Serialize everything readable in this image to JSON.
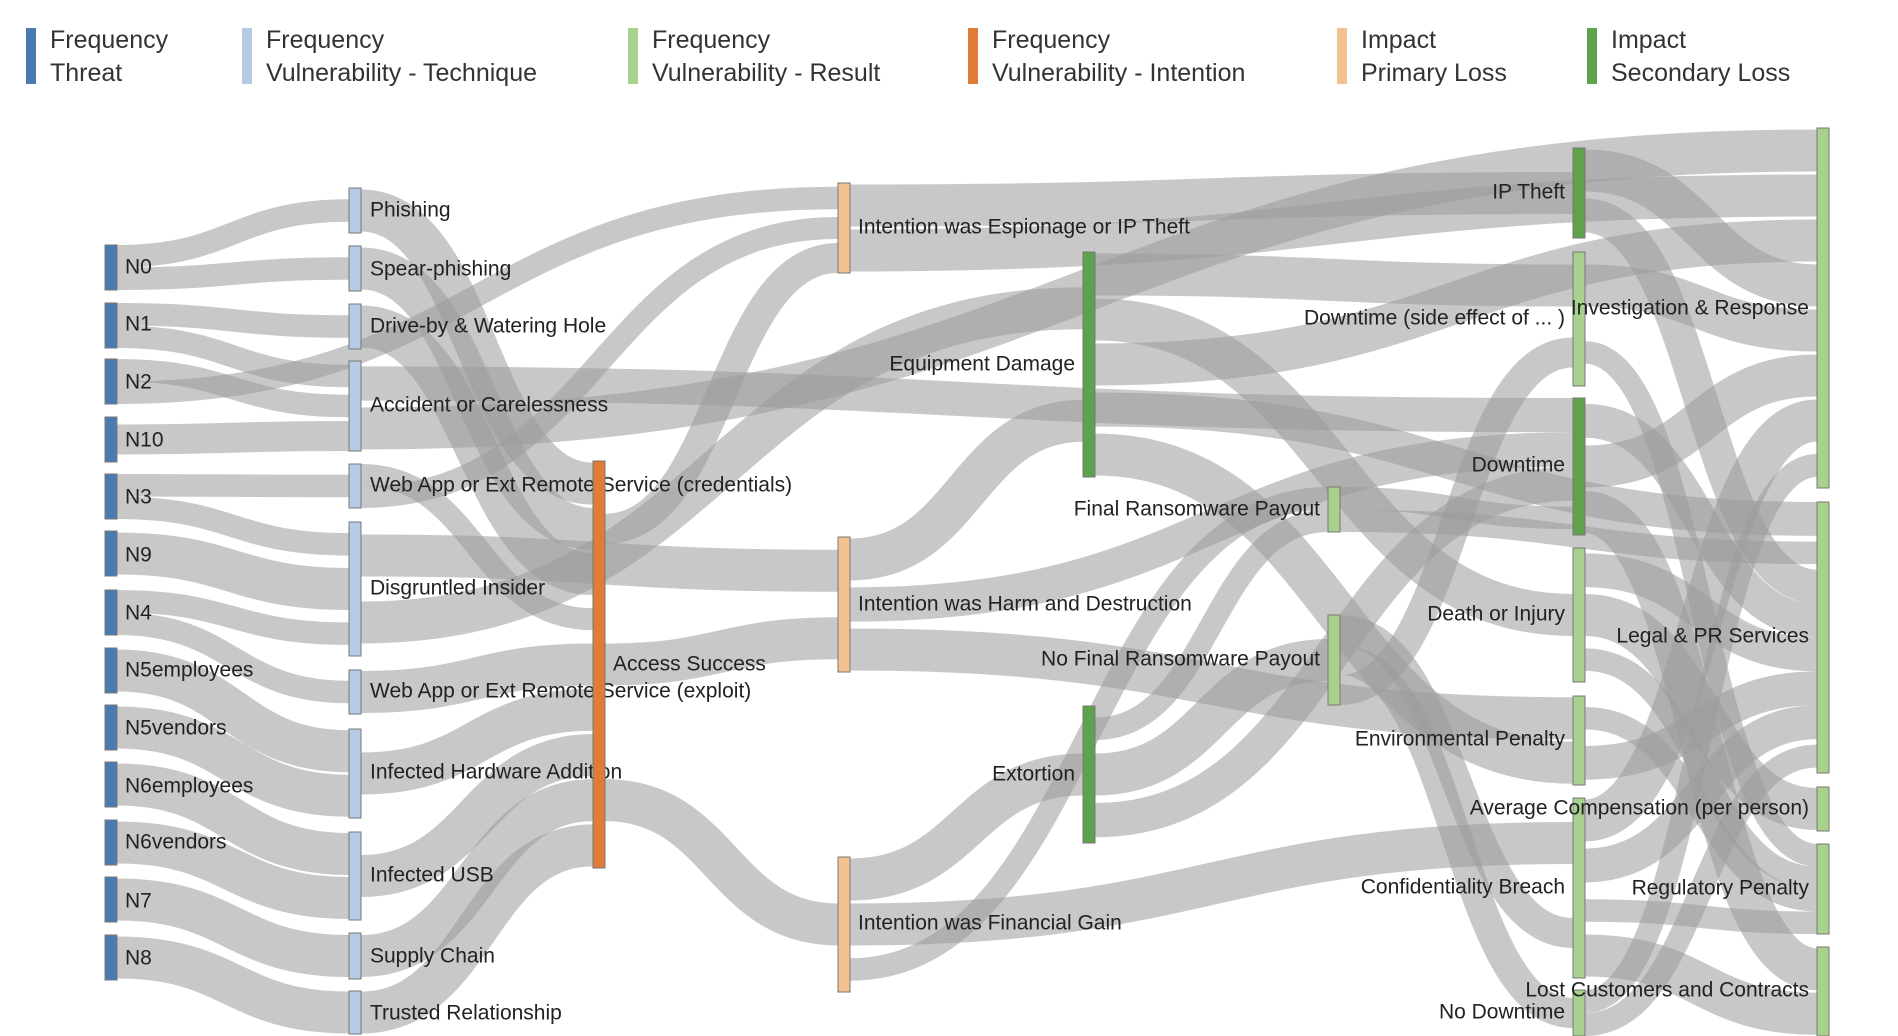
{
  "legend": [
    {
      "line1": "Frequency",
      "line2": "Threat",
      "color": "#4a7bb0"
    },
    {
      "line1": "Frequency",
      "line2": "Vulnerability - Technique",
      "color": "#b6cbe6"
    },
    {
      "line1": "Frequency",
      "line2": "Vulnerability - Result",
      "color": "#a8d18e"
    },
    {
      "line1": "Frequency",
      "line2": "Vulnerability - Intention",
      "color": "#e07b39"
    },
    {
      "line1": "Impact",
      "line2": "Primary Loss",
      "color": "#f4c28f"
    },
    {
      "line1": "Impact",
      "line2": "Secondary Loss",
      "color": "#5ea24c"
    }
  ],
  "nodes": {
    "N0": {
      "label": "N0",
      "color": "#4a7bb0"
    },
    "N1": {
      "label": "N1",
      "color": "#4a7bb0"
    },
    "N2": {
      "label": "N2",
      "color": "#4a7bb0"
    },
    "N10": {
      "label": "N10",
      "color": "#4a7bb0"
    },
    "N3": {
      "label": "N3",
      "color": "#4a7bb0"
    },
    "N9": {
      "label": "N9",
      "color": "#4a7bb0"
    },
    "N4": {
      "label": "N4",
      "color": "#4a7bb0"
    },
    "N5employees": {
      "label": "N5employees",
      "color": "#4a7bb0"
    },
    "N5vendors": {
      "label": "N5vendors",
      "color": "#4a7bb0"
    },
    "N6employees": {
      "label": "N6employees",
      "color": "#4a7bb0"
    },
    "N6vendors": {
      "label": "N6vendors",
      "color": "#4a7bb0"
    },
    "N7": {
      "label": "N7",
      "color": "#4a7bb0"
    },
    "N8": {
      "label": "N8",
      "color": "#4a7bb0"
    },
    "phishing": {
      "label": "Phishing",
      "color": "#b6cbe6"
    },
    "spear": {
      "label": "Spear-phishing",
      "color": "#b6cbe6"
    },
    "driveby": {
      "label": "Drive-by & Watering Hole",
      "color": "#b6cbe6"
    },
    "accident": {
      "label": "Accident or Carelessness",
      "color": "#b6cbe6"
    },
    "webcred": {
      "label": "Web App or Ext Remote Service (credentials)",
      "color": "#b6cbe6"
    },
    "insider": {
      "label": "Disgruntled Insider",
      "color": "#b6cbe6"
    },
    "webexp": {
      "label": "Web App or Ext Remote Service (exploit)",
      "color": "#b6cbe6"
    },
    "hardware": {
      "label": "Infected Hardware Addition",
      "color": "#b6cbe6"
    },
    "usb": {
      "label": "Infected USB",
      "color": "#b6cbe6"
    },
    "supply": {
      "label": "Supply Chain",
      "color": "#b6cbe6"
    },
    "trusted": {
      "label": "Trusted Relationship",
      "color": "#b6cbe6"
    },
    "access": {
      "label": "Access Success",
      "color": "#e07b39"
    },
    "espionage": {
      "label": "Intention was Espionage or IP Theft",
      "color": "#f4c28f"
    },
    "harm": {
      "label": "Intention was Harm and Destruction",
      "color": "#f4c28f"
    },
    "financial": {
      "label": "Intention was Financial Gain",
      "color": "#f4c28f"
    },
    "equipment": {
      "label": "Equipment Damage",
      "color": "#5ea24c"
    },
    "extortion": {
      "label": "Extortion",
      "color": "#5ea24c"
    },
    "finalpay": {
      "label": "Final Ransomware Payout",
      "color": "#a8d18e"
    },
    "nofinal": {
      "label": "No Final Ransomware Payout",
      "color": "#a8d18e"
    },
    "iptheft": {
      "label": "IP Theft",
      "color": "#5ea24c"
    },
    "downside": {
      "label": "Downtime (side effect of ... )",
      "color": "#a8d18e"
    },
    "downtime": {
      "label": "Downtime",
      "color": "#5ea24c"
    },
    "death": {
      "label": "Death or Injury",
      "color": "#a8d18e"
    },
    "envpen": {
      "label": "Environmental Penalty",
      "color": "#a8d18e"
    },
    "conf": {
      "label": "Confidentiality Breach",
      "color": "#a8d18e"
    },
    "nodown": {
      "label": "No Downtime",
      "color": "#a8d18e"
    },
    "invest": {
      "label": "Investigation & Response",
      "color": "#a8d18e"
    },
    "legal": {
      "label": "Legal & PR Services",
      "color": "#a8d18e"
    },
    "avgcomp": {
      "label": "Average Compensation (per person)",
      "color": "#a8d18e"
    },
    "regpen": {
      "label": "Regulatory Penalty",
      "color": "#a8d18e"
    },
    "lost": {
      "label": "Lost Customers and Contracts",
      "color": "#a8d18e"
    }
  },
  "links": [
    [
      "N0",
      "phishing"
    ],
    [
      "N0",
      "spear"
    ],
    [
      "N1",
      "driveby"
    ],
    [
      "N1",
      "accident"
    ],
    [
      "N2",
      "accident"
    ],
    [
      "N2",
      "espionage"
    ],
    [
      "N10",
      "accident"
    ],
    [
      "N3",
      "webcred"
    ],
    [
      "N3",
      "insider"
    ],
    [
      "N9",
      "insider"
    ],
    [
      "N4",
      "insider"
    ],
    [
      "N4",
      "webexp"
    ],
    [
      "N5employees",
      "hardware"
    ],
    [
      "N5vendors",
      "hardware"
    ],
    [
      "N6employees",
      "usb"
    ],
    [
      "N6vendors",
      "usb"
    ],
    [
      "N7",
      "supply"
    ],
    [
      "N8",
      "trusted"
    ],
    [
      "phishing",
      "access"
    ],
    [
      "spear",
      "access"
    ],
    [
      "driveby",
      "access"
    ],
    [
      "accident",
      "downtime"
    ],
    [
      "accident",
      "invest"
    ],
    [
      "webcred",
      "access"
    ],
    [
      "webcred",
      "espionage"
    ],
    [
      "insider",
      "harm"
    ],
    [
      "insider",
      "equipment"
    ],
    [
      "webexp",
      "access"
    ],
    [
      "hardware",
      "access"
    ],
    [
      "usb",
      "access"
    ],
    [
      "supply",
      "access"
    ],
    [
      "trusted",
      "access"
    ],
    [
      "access",
      "espionage"
    ],
    [
      "access",
      "harm"
    ],
    [
      "access",
      "financial"
    ],
    [
      "espionage",
      "iptheft"
    ],
    [
      "espionage",
      "invest"
    ],
    [
      "harm",
      "equipment"
    ],
    [
      "harm",
      "downtime"
    ],
    [
      "harm",
      "envpen"
    ],
    [
      "financial",
      "extortion"
    ],
    [
      "financial",
      "conf"
    ],
    [
      "financial",
      "finalpay"
    ],
    [
      "equipment",
      "downside"
    ],
    [
      "equipment",
      "death"
    ],
    [
      "equipment",
      "invest"
    ],
    [
      "equipment",
      "legal"
    ],
    [
      "equipment",
      "envpen"
    ],
    [
      "extortion",
      "finalpay"
    ],
    [
      "extortion",
      "nofinal"
    ],
    [
      "extortion",
      "downtime"
    ],
    [
      "finalpay",
      "downtime"
    ],
    [
      "finalpay",
      "legal"
    ],
    [
      "nofinal",
      "conf"
    ],
    [
      "nofinal",
      "nodown"
    ],
    [
      "nofinal",
      "downside"
    ],
    [
      "iptheft",
      "invest"
    ],
    [
      "iptheft",
      "legal"
    ],
    [
      "downside",
      "invest"
    ],
    [
      "downside",
      "regpen"
    ],
    [
      "downtime",
      "legal"
    ],
    [
      "downtime",
      "invest"
    ],
    [
      "downtime",
      "lost"
    ],
    [
      "death",
      "legal"
    ],
    [
      "death",
      "avgcomp"
    ],
    [
      "death",
      "regpen"
    ],
    [
      "envpen",
      "regpen"
    ],
    [
      "envpen",
      "legal"
    ],
    [
      "conf",
      "invest"
    ],
    [
      "conf",
      "legal"
    ],
    [
      "conf",
      "regpen"
    ],
    [
      "conf",
      "lost"
    ],
    [
      "nodown",
      "invest"
    ],
    [
      "nodown",
      "legal"
    ]
  ]
}
